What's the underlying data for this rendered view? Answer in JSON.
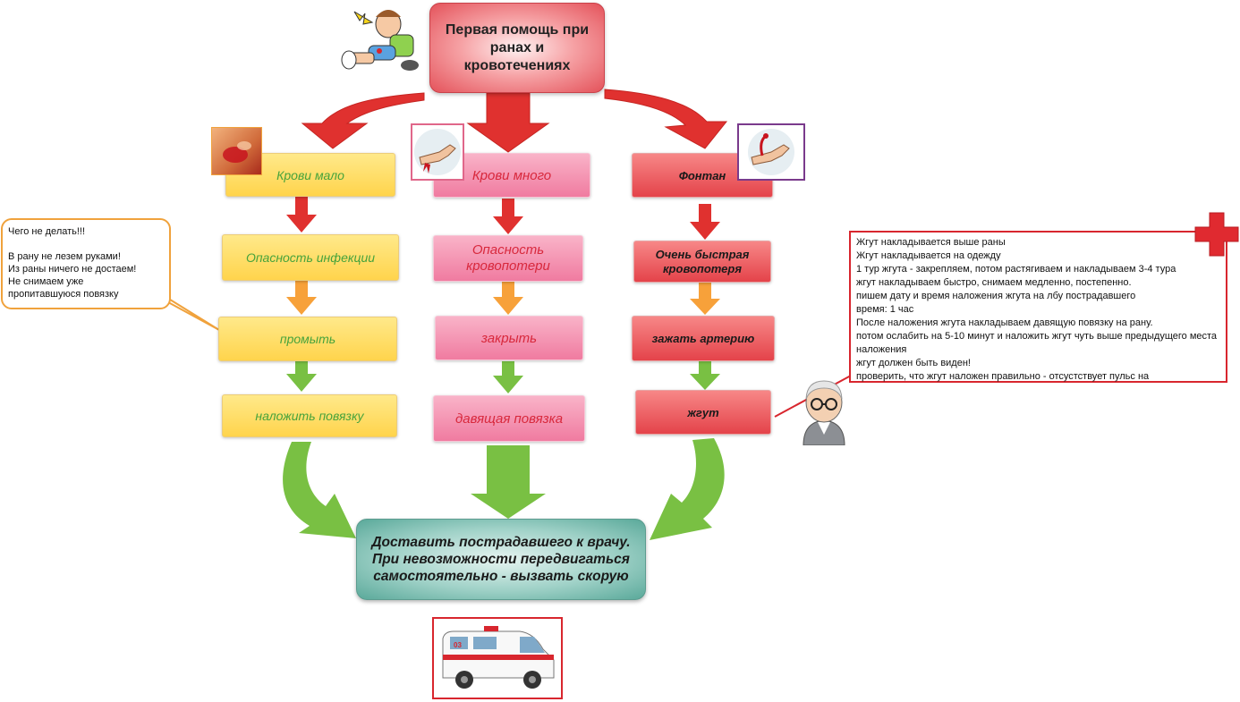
{
  "title": "Первая помощь при ранах и кровотечениях",
  "columns": [
    {
      "header": "Крови мало",
      "steps": [
        "Опасность инфекции",
        "промыть",
        "наложить повязку"
      ]
    },
    {
      "header": "Крови много",
      "steps": [
        "Опасность кровопотери",
        "закрыть",
        "давящая повязка"
      ]
    },
    {
      "header": "Фонтан",
      "steps": [
        "Очень быстрая кровопотеря",
        "зажать артерию",
        "жгут"
      ]
    }
  ],
  "final": {
    "lines": [
      "Доставить пострадавшего к врачу.",
      "При невозможности передвигаться",
      "самостоятельно - вызвать скорую"
    ]
  },
  "callout_left": {
    "lines": [
      "Чего не делать!!!",
      "",
      "В рану не лезем руками!",
      "Из раны ничего не достаем!",
      "Не снимаем уже",
      "пропитавшуюся повязку"
    ]
  },
  "callout_right": {
    "lines": [
      "Жгут накладывается выше раны",
      "Жгут накладывается на одежду",
      "1 тур жгута - закрепляем, потом растягиваем и накладываем 3-4 тура",
      "жгут накладываем быстро, снимаем медленно, постепенно.",
      "пишем дату и время наложения жгута на лбу пострадавшего",
      "время: 1 час",
      "После наложения жгута накладываем давящую повязку на рану.",
      "потом ослабить на 5-10 минут и наложить жгут чуть выше предыдущего места наложения",
      "жгут должен быть виден!",
      "проверить, что жгут наложен правильно - отсустствует пульс на"
    ]
  },
  "ambulance_text": "03",
  "colors": {
    "root": "#e4525a",
    "yellow": "#ffd44c",
    "pink": "#f07ba0",
    "red": "#e4434a",
    "arrow_red": "#e0312f",
    "arrow_orange": "#f7a13a",
    "arrow_green": "#79c043",
    "final": "#9fd1c7"
  }
}
